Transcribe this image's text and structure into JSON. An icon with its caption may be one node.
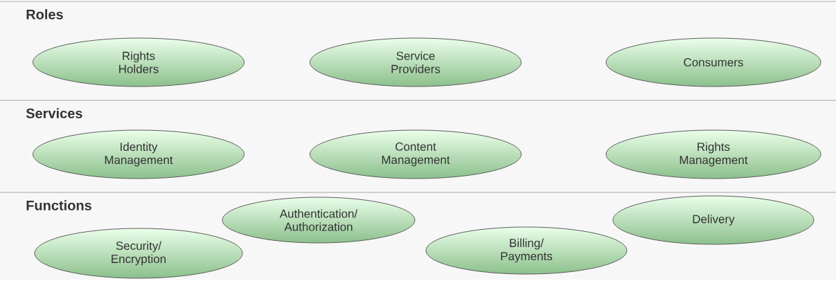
{
  "diagram": {
    "nodes": [
      {
        "text": [
          "Roles"
        ]
      },
      {
        "text": [
          "Rights Holders"
        ],
        "in": 0
      },
      {
        "text": [
          "Service Providers"
        ],
        "in": 0
      },
      {
        "text": [
          "Consumers"
        ],
        "in": 0
      },
      {
        "text": [
          "Services"
        ]
      },
      {
        "text": [
          "Identity Management"
        ],
        "in": 4
      },
      {
        "text": [
          "Content Management"
        ],
        "in": 4
      },
      {
        "text": [
          "Rights Management"
        ],
        "in": 4
      },
      {
        "text": [
          "Functions"
        ]
      },
      {
        "text": [
          "Authentication/ Authorization"
        ],
        "in": 8
      },
      {
        "text": [
          "Delivery"
        ],
        "in": 8
      },
      {
        "text": [
          "Security/ Encryption"
        ],
        "in": 8
      },
      {
        "text": [
          "Billing/ Payments"
        ],
        "in": 8
      }
    ]
  }
}
